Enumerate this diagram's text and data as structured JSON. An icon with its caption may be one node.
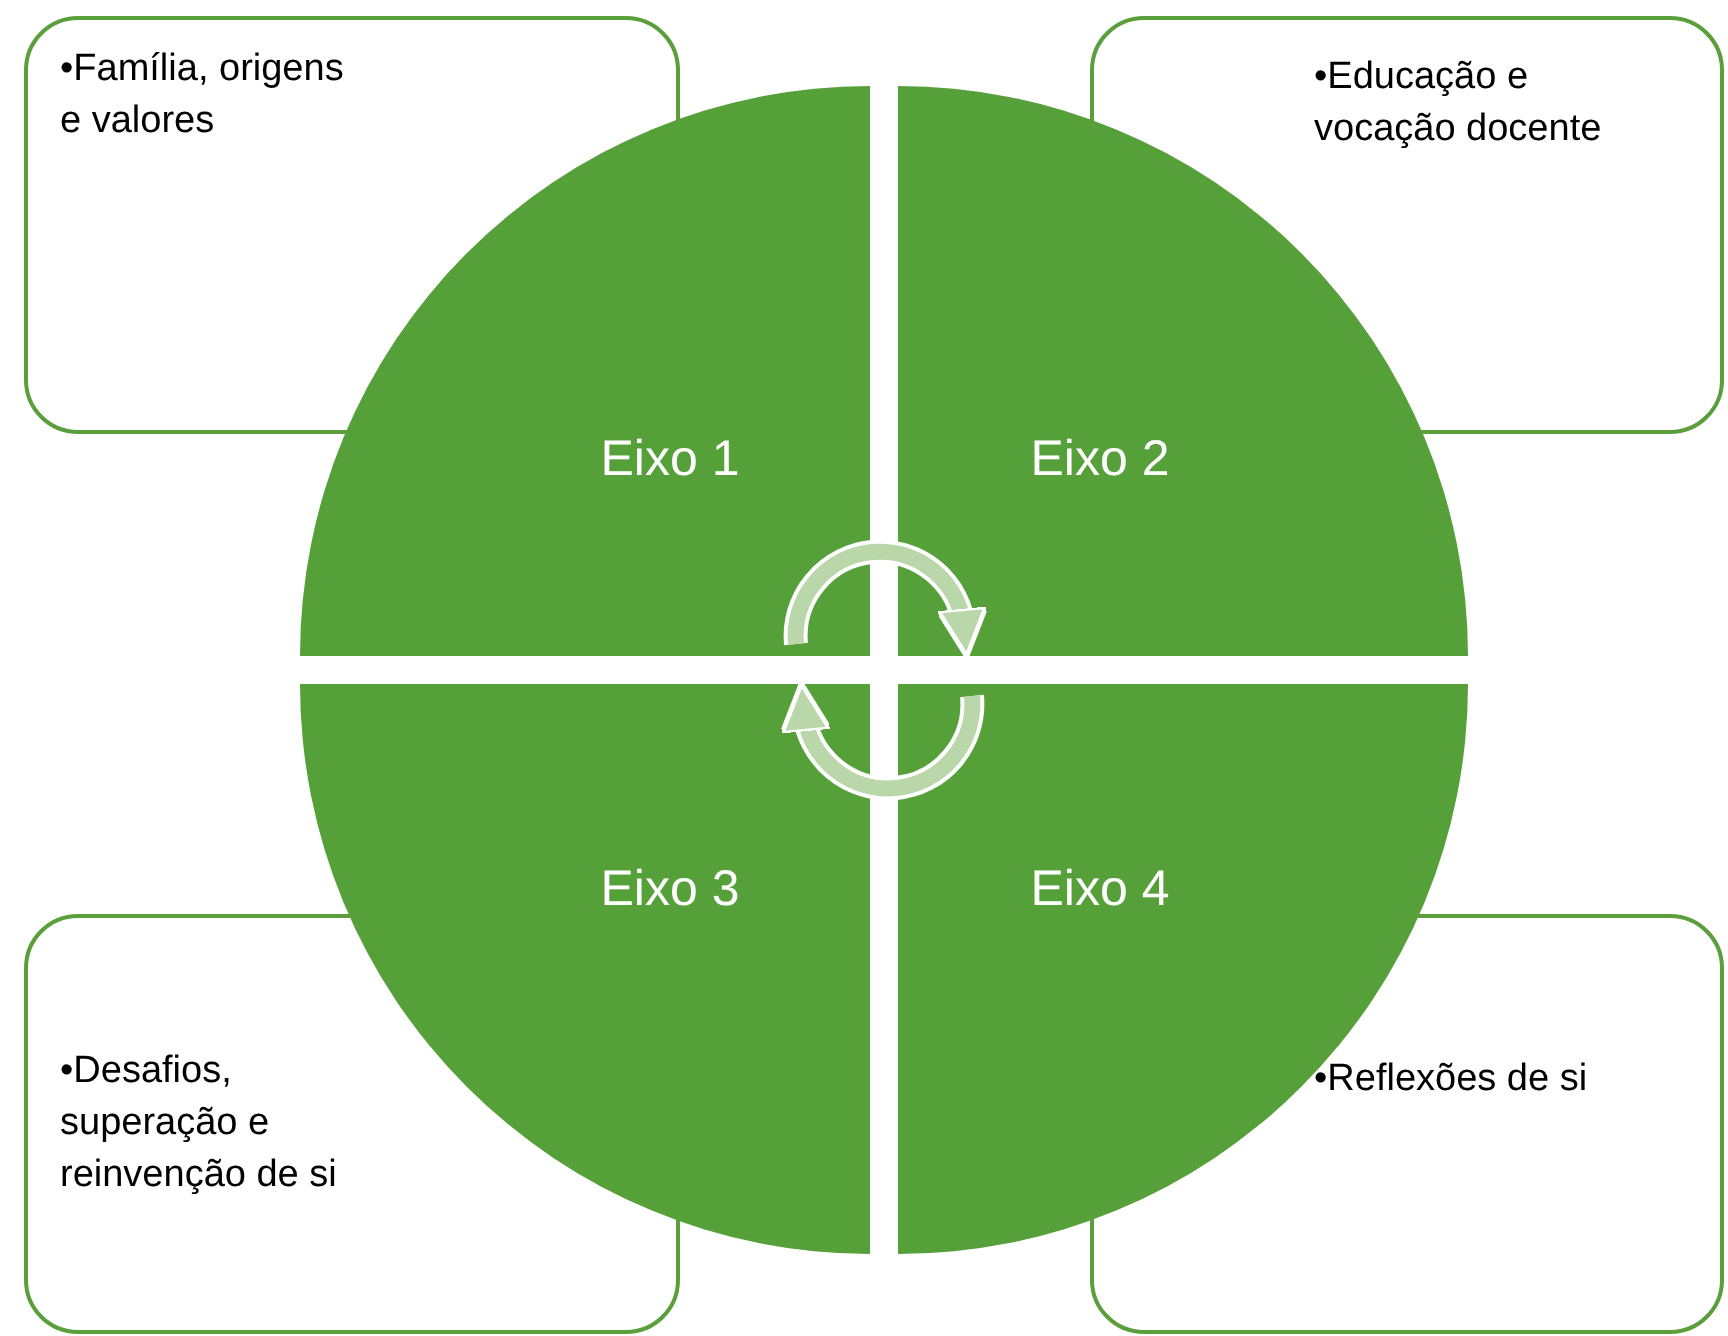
{
  "diagram": {
    "nodes": [
      {
        "text": [
          "•Família, origens e valores"
        ]
      },
      {
        "text": [
          "•Educação e vocação docente"
        ]
      },
      {
        "text": [
          "Eixo 1"
        ]
      },
      {
        "text": [
          "Eixo 2"
        ]
      },
      {
        "text": [
          "Eixo 3"
        ]
      },
      {
        "text": [
          "Eixo 4"
        ]
      },
      {
        "text": [
          "•Desafios, superação e reinvenção de si"
        ]
      },
      {
        "text": [
          "•Reflexões de si"
        ]
      }
    ],
    "edges": [
      {
        "from": 2,
        "to": 3,
        "arrow": "to"
      },
      {
        "from": 5,
        "to": 4,
        "arrow": "to"
      }
    ]
  }
}
